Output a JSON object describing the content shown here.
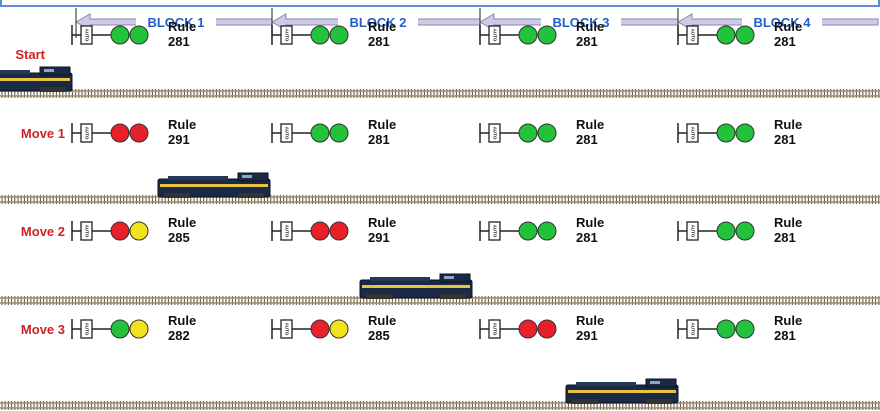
{
  "blocks": [
    "BLOCK 1",
    "BLOCK 2",
    "BLOCK 3",
    "BLOCK 4"
  ],
  "signal_plate_text": "AUTO",
  "rule_word": "Rule",
  "colors": {
    "green": "#22c23a",
    "red": "#e8202a",
    "yellow": "#f2e21c",
    "label_red": "#d42020",
    "block_blue": "#2060c8",
    "arrow_fill": "#cfcbe6",
    "arrow_edge": "#8a86b0",
    "frame": "#5a8fd8",
    "rail": "#9a8a66",
    "tie": "#6e604a",
    "loco_body": "#1b2a44",
    "loco_stripe": "#e8c341"
  },
  "rows": [
    {
      "label": "Start",
      "train_block": 0,
      "signals": [
        {
          "aspect": [
            "green",
            "green"
          ],
          "rule": "281"
        },
        {
          "aspect": [
            "green",
            "green"
          ],
          "rule": "281"
        },
        {
          "aspect": [
            "green",
            "green"
          ],
          "rule": "281"
        },
        {
          "aspect": [
            "green",
            "green"
          ],
          "rule": "281"
        }
      ]
    },
    {
      "label": "Move 1",
      "train_block": 1,
      "signals": [
        {
          "aspect": [
            "red",
            "red"
          ],
          "rule": "291"
        },
        {
          "aspect": [
            "green",
            "green"
          ],
          "rule": "281"
        },
        {
          "aspect": [
            "green",
            "green"
          ],
          "rule": "281"
        },
        {
          "aspect": [
            "green",
            "green"
          ],
          "rule": "281"
        }
      ]
    },
    {
      "label": "Move 2",
      "train_block": 2,
      "signals": [
        {
          "aspect": [
            "red",
            "yellow"
          ],
          "rule": "285"
        },
        {
          "aspect": [
            "red",
            "red"
          ],
          "rule": "291"
        },
        {
          "aspect": [
            "green",
            "green"
          ],
          "rule": "281"
        },
        {
          "aspect": [
            "green",
            "green"
          ],
          "rule": "281"
        }
      ]
    },
    {
      "label": "Move 3",
      "train_block": 3,
      "signals": [
        {
          "aspect": [
            "green",
            "yellow"
          ],
          "rule": "282"
        },
        {
          "aspect": [
            "red",
            "yellow"
          ],
          "rule": "285"
        },
        {
          "aspect": [
            "red",
            "red"
          ],
          "rule": "291"
        },
        {
          "aspect": [
            "green",
            "green"
          ],
          "rule": "281"
        }
      ]
    }
  ]
}
